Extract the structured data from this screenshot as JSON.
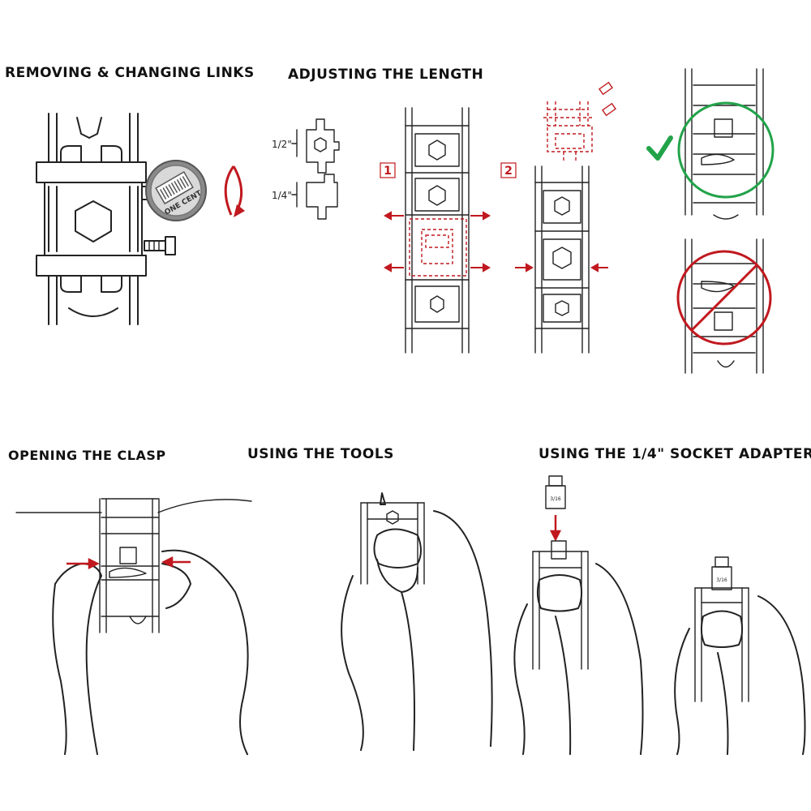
{
  "sections": {
    "removing": {
      "title": "REMOVING & CHANGING LINKS",
      "coin_text": "ONE CENT"
    },
    "adjusting": {
      "title": "ADJUSTING THE LENGTH",
      "size_half": "1/2\"",
      "size_quarter": "1/4\"",
      "step1": "1",
      "step2": "2"
    },
    "clasp": {
      "title": "OPENING THE CLASP"
    },
    "tools": {
      "title": "USING THE TOOLS"
    },
    "socket": {
      "title": "USING THE 1/4\" SOCKET ADAPTER",
      "adapter_label": "3/16"
    }
  },
  "colors": {
    "ink": "#222222",
    "red": "#c0191f",
    "green": "#22a34a",
    "coin": "#8a8a8a"
  },
  "icons": {
    "correct": "check-icon",
    "incorrect": "no-entry-icon",
    "rotate": "rotate-arrow-icon",
    "push": "arrow-icon"
  }
}
